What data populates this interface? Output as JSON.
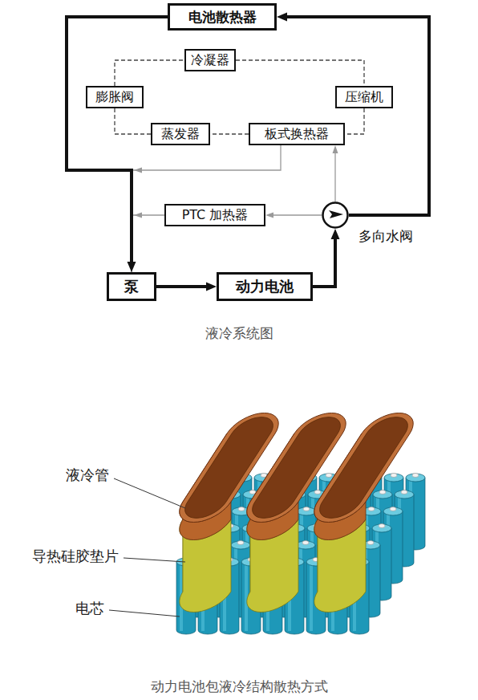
{
  "diagram": {
    "caption": "液冷系统图",
    "nodes": [
      {
        "text": [
          "电池散热器"
        ]
      },
      {
        "text": [
          "冷凝器"
        ]
      },
      {
        "text": [
          "膨胀阀"
        ]
      },
      {
        "text": [
          "压缩机"
        ]
      },
      {
        "text": [
          "蒸发器"
        ]
      },
      {
        "text": [
          "板式换热器"
        ]
      },
      {
        "text": [
          "PTC 加热器"
        ]
      },
      {
        "text": [
          "多向水阀"
        ]
      },
      {
        "text": [
          "泵"
        ]
      },
      {
        "text": [
          "动力电池"
        ]
      }
    ],
    "edges": [
      {
        "from": 8,
        "to": 9,
        "arrow": "to"
      },
      {
        "from": 9,
        "to": 7,
        "arrow": "to"
      },
      {
        "from": 7,
        "to": 0,
        "arrow": "to"
      },
      {
        "from": 0,
        "to": 8,
        "arrow": "to"
      },
      {
        "from": 1,
        "to": 3,
        "arrow": "none"
      },
      {
        "from": 3,
        "to": 5,
        "arrow": "none"
      },
      {
        "from": 5,
        "to": 4,
        "arrow": "none"
      },
      {
        "from": 4,
        "to": 2,
        "arrow": "none"
      },
      {
        "from": 2,
        "to": 1,
        "arrow": "none"
      },
      {
        "from": 5,
        "to": 8,
        "arrow": "to"
      },
      {
        "from": 7,
        "to": 5,
        "arrow": "to"
      },
      {
        "from": 7,
        "to": 6,
        "arrow": "to"
      },
      {
        "from": 6,
        "to": 8,
        "arrow": "to"
      }
    ],
    "labels": [
      "液冷管",
      "导热硅胶垫片",
      "电芯",
      "动力电池包液冷结构散热方式"
    ]
  }
}
